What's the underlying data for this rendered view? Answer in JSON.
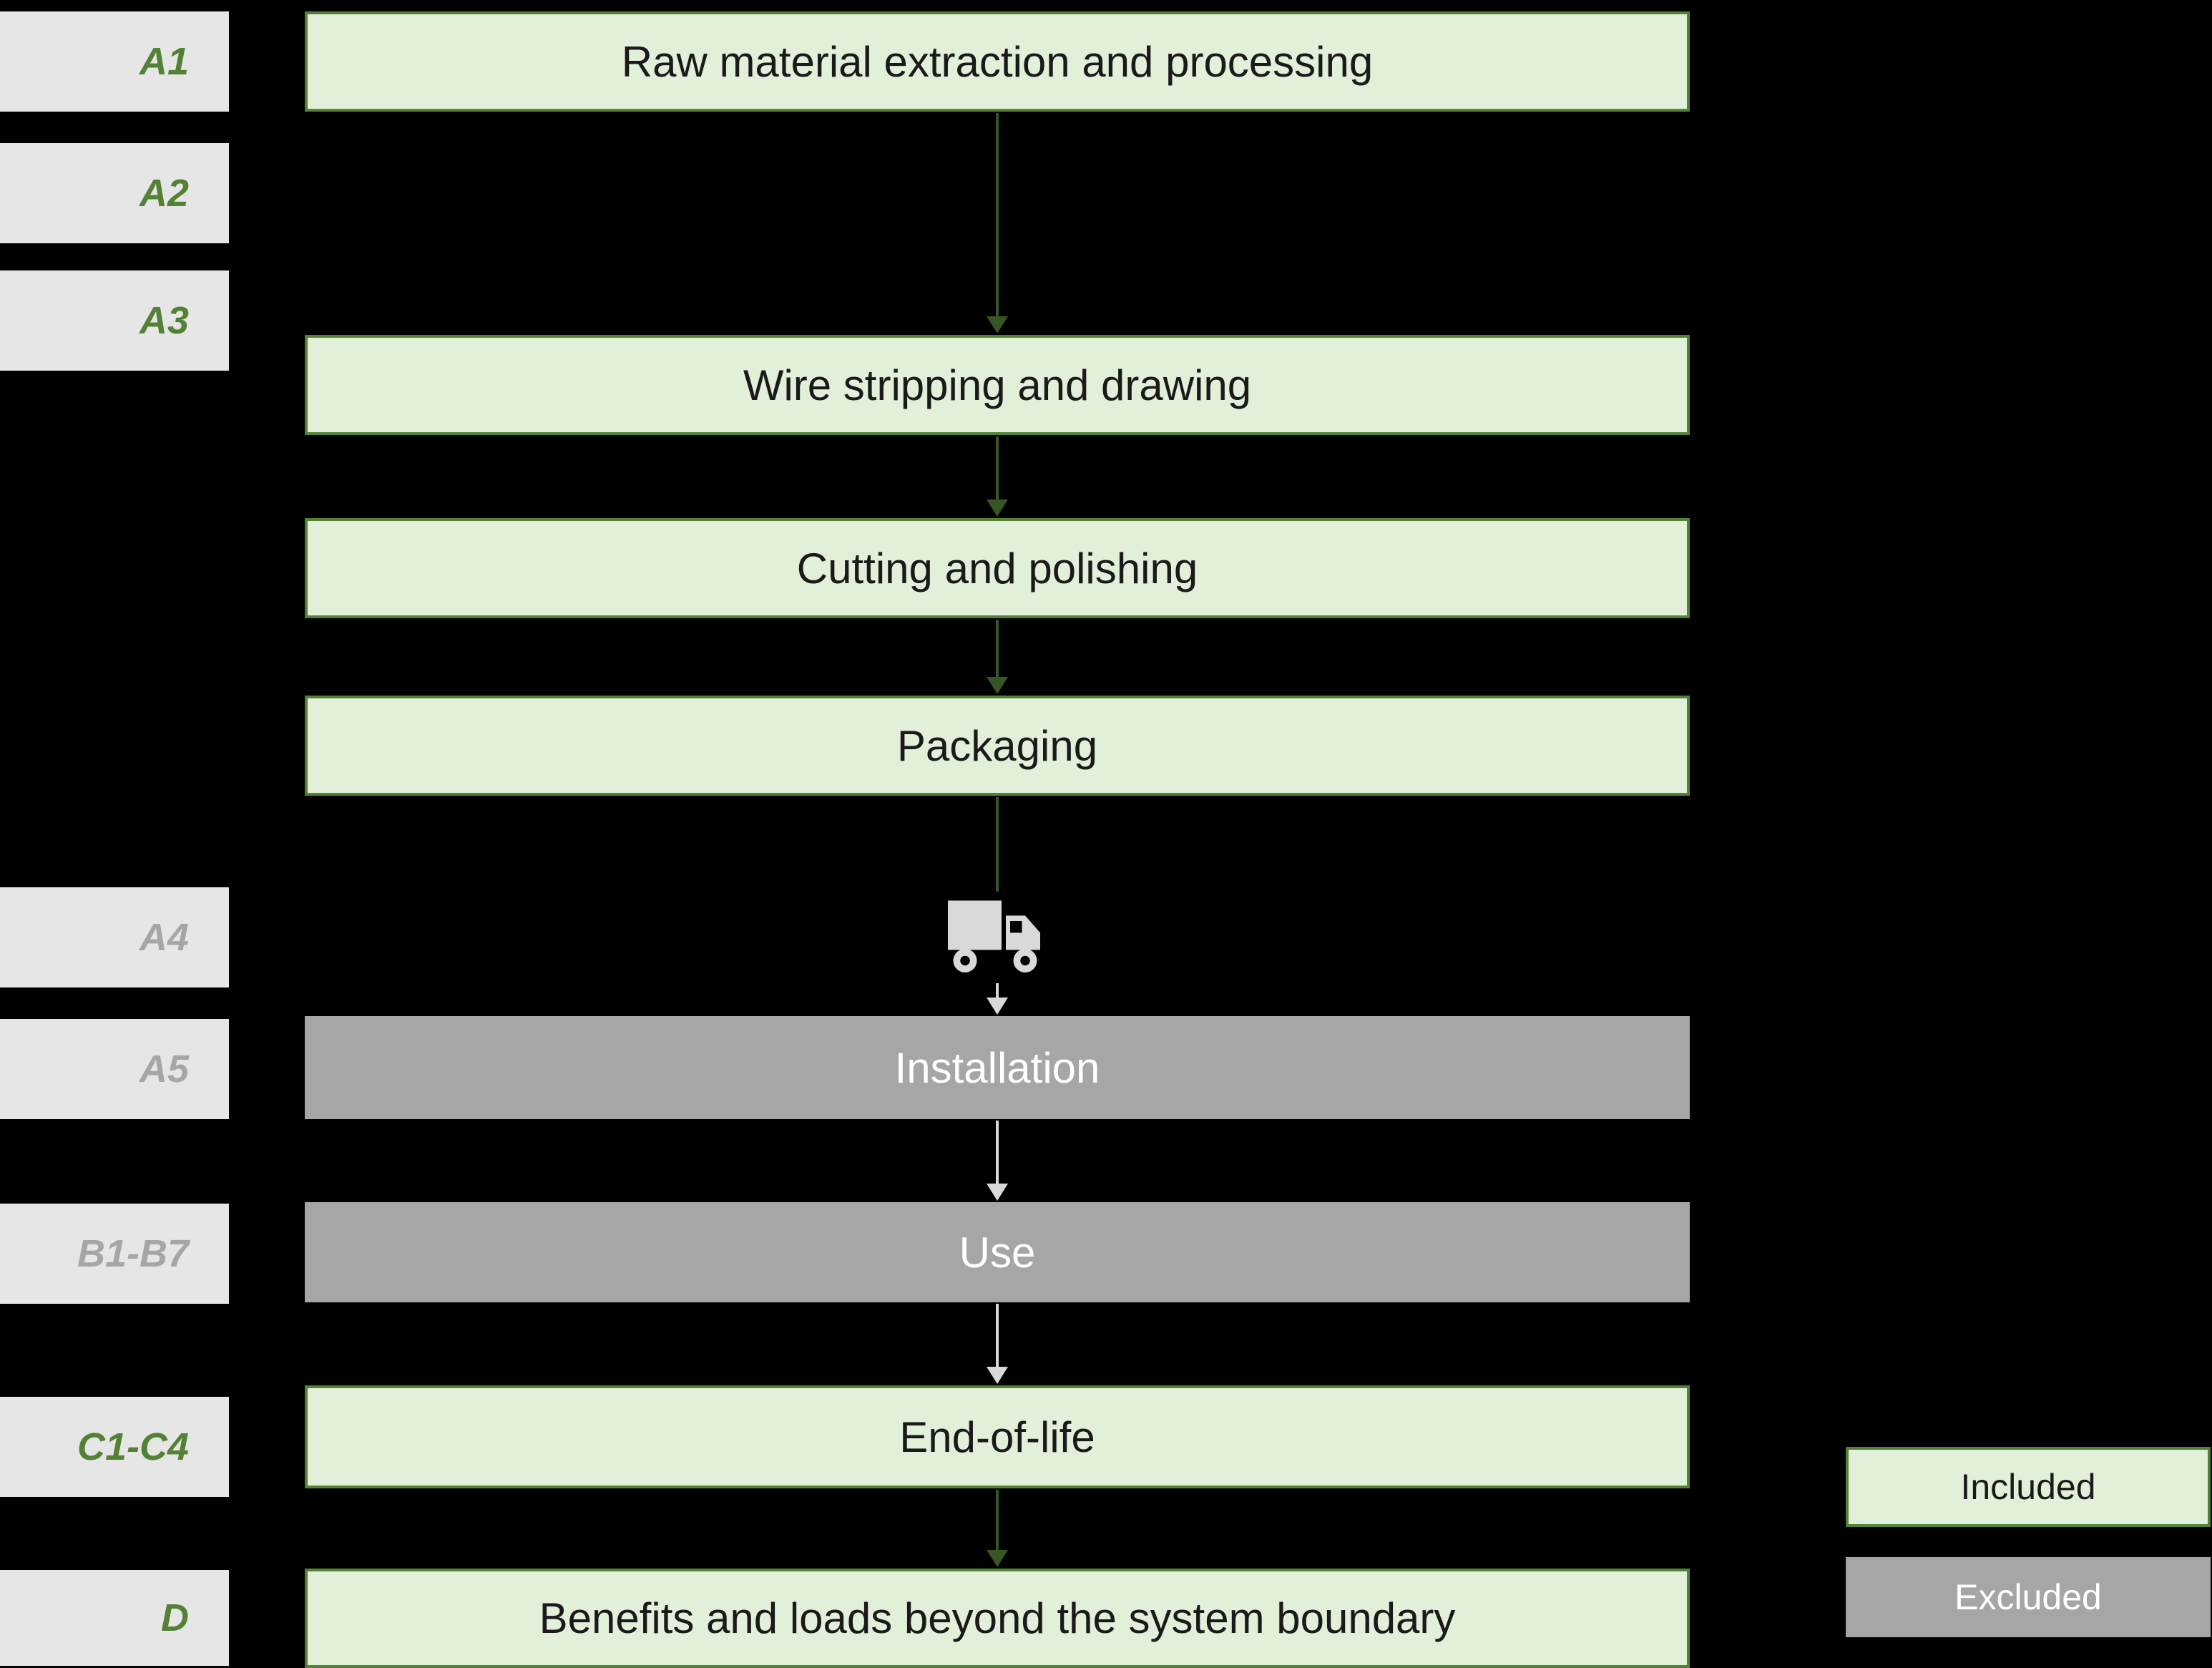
{
  "colors": {
    "included_fill": "#e2efd9",
    "included_border": "#548235",
    "excluded_fill": "#a6a6a6",
    "label_fill": "#e7e6e6",
    "label_green": "#538135",
    "label_gray": "#a6a6a6",
    "arrow_green": "#375623",
    "arrow_light": "#d9d9d9"
  },
  "stage_labels": [
    {
      "label": "A1",
      "tone": "green"
    },
    {
      "label": "A2",
      "tone": "green"
    },
    {
      "label": "A3",
      "tone": "green"
    },
    {
      "label": "A4",
      "tone": "gray"
    },
    {
      "label": "A5",
      "tone": "gray"
    },
    {
      "label": "B1-B7",
      "tone": "gray"
    },
    {
      "label": "C1-C4",
      "tone": "green"
    },
    {
      "label": "D",
      "tone": "green"
    }
  ],
  "process_steps": [
    {
      "label": "Raw material extraction and processing",
      "status": "included"
    },
    {
      "label": "Wire stripping and drawing",
      "status": "included"
    },
    {
      "label": "Cutting and polishing",
      "status": "included"
    },
    {
      "label": "Packaging",
      "status": "included"
    },
    {
      "label": "Installation",
      "status": "excluded"
    },
    {
      "label": "Use",
      "status": "excluded"
    },
    {
      "label": "End-of-life",
      "status": "included"
    },
    {
      "label": "Benefits and loads beyond the system boundary",
      "status": "included"
    }
  ],
  "icons": {
    "transport": "truck-icon"
  },
  "legend": [
    {
      "label": "Included",
      "status": "included"
    },
    {
      "label": "Excluded",
      "status": "excluded"
    }
  ]
}
